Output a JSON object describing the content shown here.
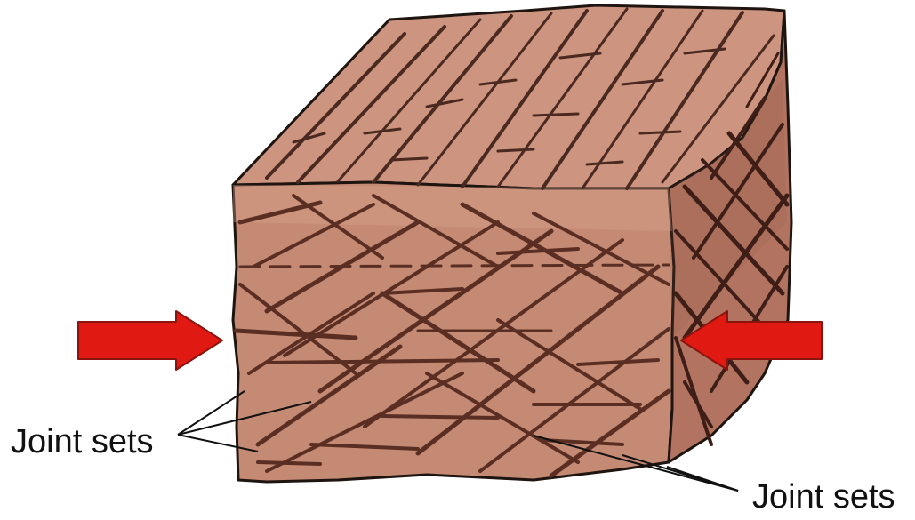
{
  "diagram": {
    "labels": {
      "left": "Joint sets",
      "right": "Joint sets"
    },
    "arrows": {
      "color": "#e01a12",
      "outline": "#8a140f",
      "meaning": "compression"
    },
    "block": {
      "top_face_color": "#cd9480",
      "front_face_color": "#c58a74",
      "side_face_color": "#b27461",
      "crack_color": "#5a2e22"
    }
  }
}
